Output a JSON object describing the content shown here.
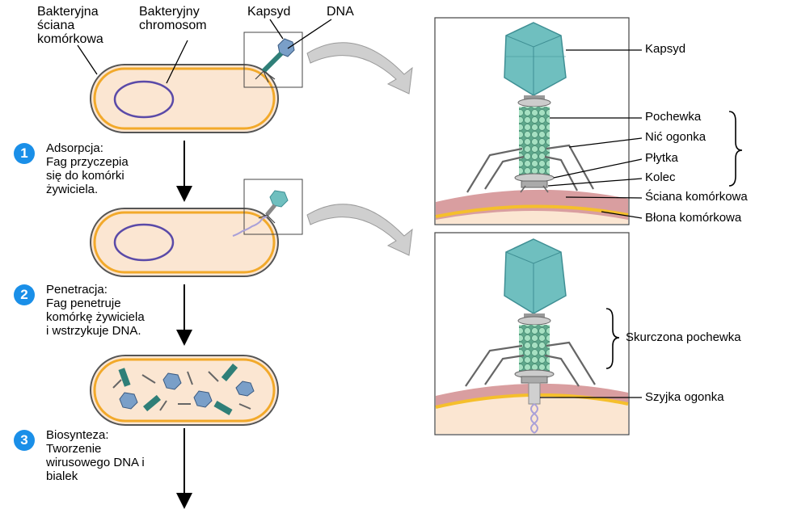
{
  "colors": {
    "badge": "#1a8fe8",
    "cell_fill": "#fbe6d2",
    "cell_border": "#f2a92a",
    "cell_outline": "#555555",
    "chromosome": "#5a4aa8",
    "capsid": "#6fbfbf",
    "capsid_dark": "#3f8f94",
    "sheath_bead": "#9ad6b8",
    "wall": "#d99ea0",
    "membrane": "#f5bf2c",
    "arrow_gray": "#c8c8c8"
  },
  "top_labels": {
    "cell_wall": "Bakteryjna\nściana\nkomórkowa",
    "chromosome": "Bakteryjny\nchromosom",
    "capsid": "Kapsyd",
    "dna": "DNA"
  },
  "steps": [
    {
      "number": "1",
      "title": "Adsorpcja:",
      "text": "Fag przyczepia\nsię do komórki\nżywiciela."
    },
    {
      "number": "2",
      "title": "Penetracja:",
      "text": "Fag penetruje\nkomórkę żywiciela\ni wstrzykuje DNA."
    },
    {
      "number": "3",
      "title": "Biosynteza:",
      "text": "Tworzenie\nwirusowego DNA i\nbialek"
    }
  ],
  "detail_top": {
    "capsid": "Kapsyd",
    "sheath": "Pochewka",
    "tail_fiber": "Nić ogonka",
    "baseplate": "Płytka",
    "pin": "Kolec",
    "cell_wall": "Ściana komórkowa",
    "membrane": "Błona komórkowa"
  },
  "detail_bottom": {
    "contracted_sheath": "Skurczona pochewka",
    "tail_core": "Szyjka ogonka"
  }
}
